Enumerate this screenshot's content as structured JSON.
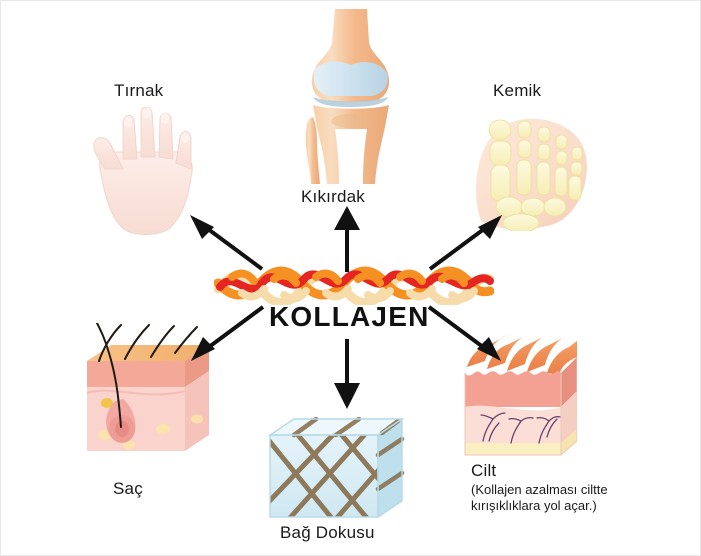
{
  "diagram": {
    "center": {
      "title": "KOLLAJEN",
      "icon": "collagen-triple-helix-icon",
      "strand_colors": [
        "#e52521",
        "#f5922b",
        "#f6d9a8"
      ]
    },
    "nodes": [
      {
        "id": "tirnak",
        "label": "Tırnak",
        "icon": "hand-nail-icon",
        "arrow": "arrow-up-left",
        "colors": {
          "skin": "#fbe6e0",
          "outline": "#f3d4cb"
        }
      },
      {
        "id": "kikirdak",
        "label": "Kıkırdak",
        "icon": "knee-joint-cartilage-icon",
        "arrow": "arrow-up",
        "colors": {
          "bone": "#f2b98a",
          "cartilage": "#cfe2ef"
        }
      },
      {
        "id": "kemik",
        "label": "Kemik",
        "icon": "foot-bones-icon",
        "arrow": "arrow-up-right",
        "colors": {
          "bone": "#fbf4c9",
          "flesh": "#fbe3d5"
        }
      },
      {
        "id": "sac",
        "label": "Saç",
        "icon": "hair-follicle-skin-icon",
        "arrow": "arrow-down-left",
        "colors": {
          "epidermis": "#f6bd84",
          "dermis": "#f3a393",
          "hypodermis": "#f9d3cd",
          "hair": "#2b2018"
        }
      },
      {
        "id": "bag-dokusu",
        "label": "Bağ Dokusu",
        "icon": "connective-tissue-cube-icon",
        "arrow": "arrow-down",
        "colors": {
          "cube": "#d6edf5",
          "fibers": "#8a7352"
        }
      },
      {
        "id": "cilt",
        "label": "Cilt",
        "note_line1": "(Kollajen azalması ciltte",
        "note_line2": "kırışıklıklara yol açar.)",
        "icon": "wrinkled-skin-block-icon",
        "arrow": "arrow-down-right",
        "colors": {
          "surface": "#f08a55",
          "dermis": "#f4a99a",
          "fat": "#fbeec0",
          "vessels": "#6b3f6e"
        }
      }
    ],
    "arrow_color": "#111111",
    "background": "#ffffff"
  }
}
